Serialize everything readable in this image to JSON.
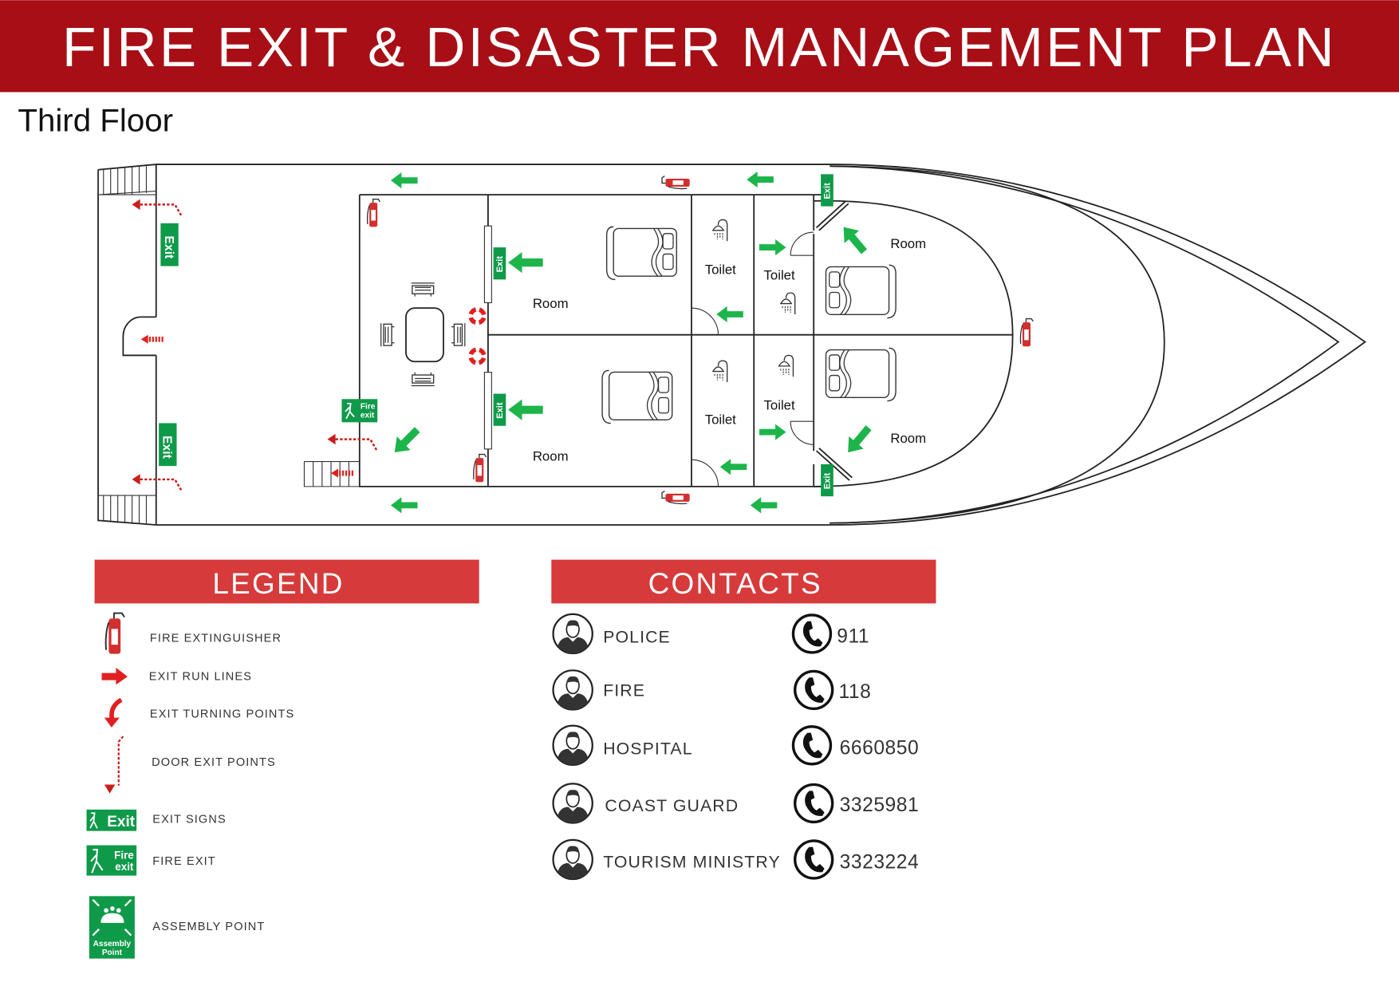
{
  "header": {
    "title": "FIRE EXIT & DISASTER MANAGEMENT PLAN"
  },
  "floor_label": "Third Floor",
  "plan": {
    "rooms": [
      "Room",
      "Room",
      "Room",
      "Room"
    ],
    "toilets": [
      "Toilet",
      "Toilet",
      "Toilet",
      "Toilet"
    ],
    "exit_sign": "Exit",
    "fire_exit_sign": [
      "Fire",
      "exit"
    ]
  },
  "legend": {
    "title": "LEGEND",
    "items": [
      {
        "label": "FIRE EXTINGUISHER",
        "icon": "fire-extinguisher-icon"
      },
      {
        "label": "EXIT RUN LINES",
        "icon": "red-arrow-icon"
      },
      {
        "label": "EXIT TURNING POINTS",
        "icon": "curved-arrow-icon"
      },
      {
        "label": "DOOR EXIT POINTS",
        "icon": "dashed-arrow-icon"
      },
      {
        "label": "EXIT SIGNS",
        "icon": "exit-sign-icon"
      },
      {
        "label": "FIRE EXIT",
        "icon": "fire-exit-sign-icon"
      },
      {
        "label": "ASSEMBLY POINT",
        "icon": "assembly-point-icon"
      }
    ],
    "exit_sign_text": "Exit",
    "fire_exit_text": [
      "Fire",
      "exit"
    ],
    "assembly_text": [
      "Assembly",
      "Point"
    ]
  },
  "contacts": {
    "title": "CONTACTS",
    "items": [
      {
        "name": "POLICE",
        "phone": "911"
      },
      {
        "name": "FIRE",
        "phone": "118"
      },
      {
        "name": "HOSPITAL",
        "phone": "6660850"
      },
      {
        "name": "COAST GUARD",
        "phone": "3325981"
      },
      {
        "name": "TOURISM MINISTRY",
        "phone": "3323224"
      }
    ]
  },
  "colors": {
    "header_red": "#a80e16",
    "panel_red": "#d63a3a",
    "exit_green": "#1db54a",
    "sign_green": "#0f9a4a"
  }
}
